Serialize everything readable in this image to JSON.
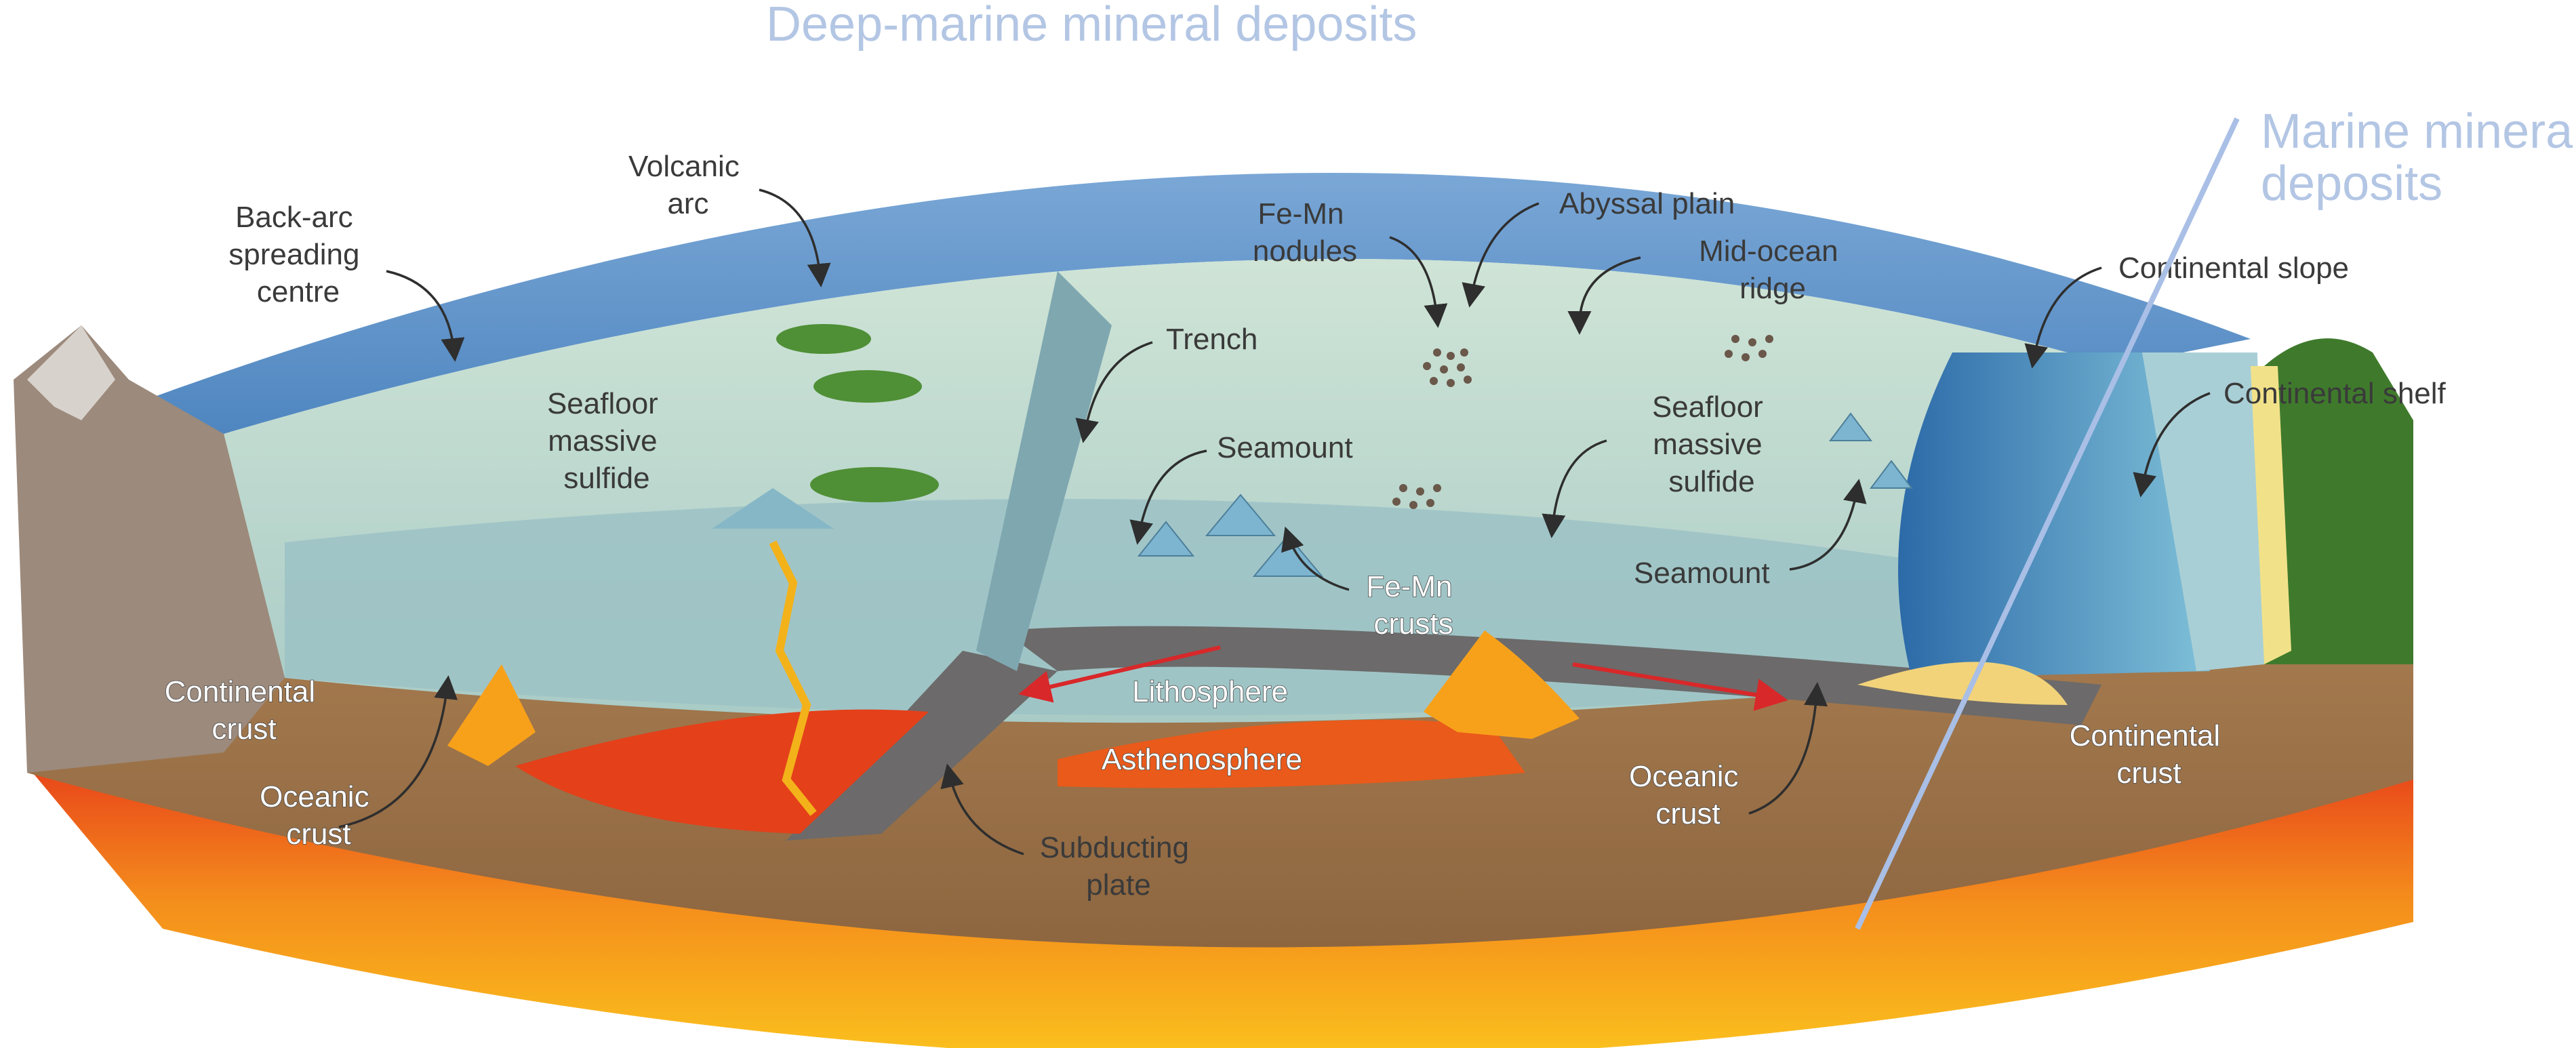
{
  "diagram": {
    "title": "Deep-marine mineral deposits",
    "side_title": [
      "Marine mineral",
      "deposits"
    ],
    "labels": {
      "back_arc": [
        "Back-arc",
        "spreading",
        "centre"
      ],
      "volcanic_arc": [
        "Volcanic",
        "arc"
      ],
      "fe_mn_nodules": [
        "Fe-Mn",
        "nodules"
      ],
      "abyssal_plain": "Abyssal plain",
      "mid_ocean_ridge": [
        "Mid-ocean",
        "ridge"
      ],
      "continental_slope": "Continental slope",
      "continental_shelf": "Continental shelf",
      "trench": "Trench",
      "seafloor_sulfide_left": [
        "Seafloor",
        "massive",
        "sulfide"
      ],
      "seafloor_sulfide_right": [
        "Seafloor",
        "massive",
        "sulfide"
      ],
      "seamount_left": "Seamount",
      "seamount_right": "Seamount",
      "fe_mn_crusts": [
        "Fe-Mn",
        "crusts"
      ],
      "lithosphere": "Lithosphere",
      "asthenosphere": "Asthenosphere",
      "continental_crust_left": [
        "Continental",
        "crust"
      ],
      "continental_crust_right": [
        "Continental",
        "crust"
      ],
      "oceanic_crust_left": [
        "Oceanic",
        "crust"
      ],
      "oceanic_crust_right": [
        "Oceanic",
        "crust"
      ],
      "subducting_plate": [
        "Subducting",
        "plate"
      ]
    },
    "colors": {
      "title": "#b3c6e4",
      "sky": "#5d8fc4",
      "seafloor": "#b8d6cc",
      "water_mid": "#9fc3c8",
      "crust": "#a2764c",
      "lithosphere": "#6c6a6a",
      "mantle": "#f08a1a",
      "magma": "#e43a14",
      "land_green": "#3f7a2c"
    }
  }
}
